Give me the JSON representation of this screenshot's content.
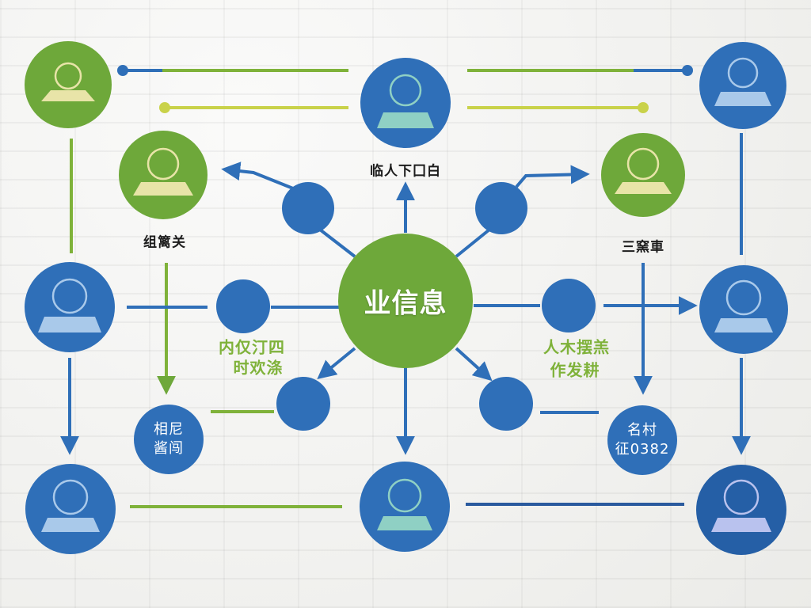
{
  "colors": {
    "blue": "#2f6fb8",
    "blue_dark": "#255fa6",
    "navy": "#2a5a9e",
    "green": "#6ea83a",
    "green_light": "#8fbe4a",
    "yellow_green": "#c9d24a",
    "icon_blue": "#a9c9ea",
    "icon_teal": "#8fd0c4",
    "icon_yellow": "#e8e4a8",
    "icon_lavender": "#b9c2ee",
    "text_dark": "#1c1c1c"
  },
  "labels": {
    "center": "业信息",
    "top_center": "临人下囗白",
    "top_left_node": "组篱关",
    "top_right_node": "三窯車",
    "left_mid_line1": "内仅汀四",
    "left_mid_line2": "时欢涤",
    "right_mid_line1": "人木摆羔",
    "right_mid_line2": "作发耕",
    "node_left_line1": "相尼",
    "node_left_line2": "酱闯",
    "node_right_line1": "名村",
    "node_right_line2": "征0382"
  },
  "icons": {
    "person": "person-silhouette-icon"
  }
}
